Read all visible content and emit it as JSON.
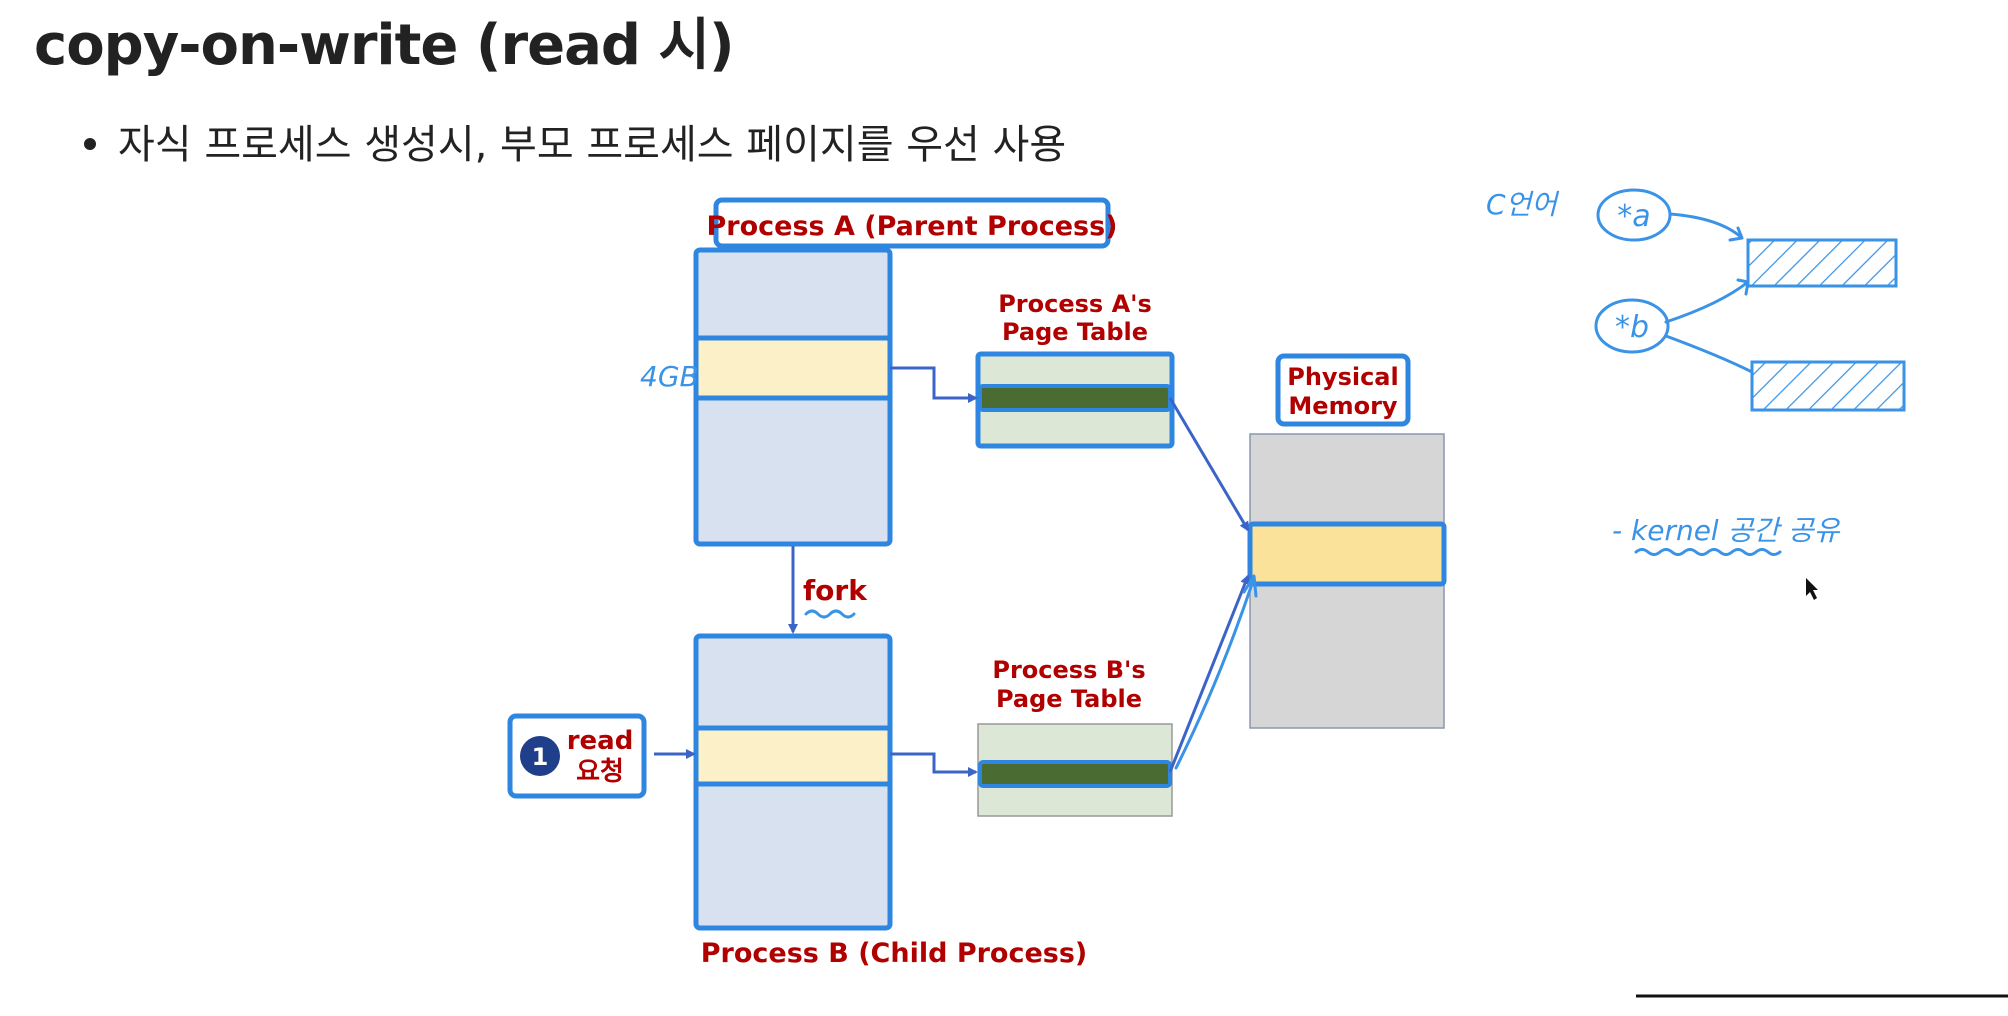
{
  "header": {
    "title": "copy-on-write (read 시)"
  },
  "bullets": [
    "자식 프로세스 생성시, 부모 프로세스 페이지를 우선 사용"
  ],
  "diagram": {
    "process_a_label": "Process A (Parent Process)",
    "process_b_label": "Process B (Child Process)",
    "page_table_a": [
      "Process A's",
      "Page Table"
    ],
    "page_table_b": [
      "Process B's",
      "Page Table"
    ],
    "physical_memory": [
      "Physical",
      "Memory"
    ],
    "fork_label": "fork",
    "read_step_number": "1",
    "read_request": [
      "read",
      "요청"
    ]
  },
  "annotations": {
    "size_note": "4GB",
    "c_language": "C언어",
    "pointer_a": "*a",
    "pointer_b": "*b",
    "kernel_note": "- kernel 공간 공유"
  },
  "colors": {
    "box_border": "#2e86e0",
    "process_fill": "#d8e1f0",
    "highlight_fill": "#fbf0c8",
    "memory_highlight": "#fbe29a",
    "page_table_fill": "#dde7d5",
    "page_entry": "#4a6b32",
    "memory_fill": "#d6d6d6",
    "label_red": "#b00000",
    "handwriting_blue": "#3a93e6",
    "step_circle": "#1f3f8a"
  }
}
